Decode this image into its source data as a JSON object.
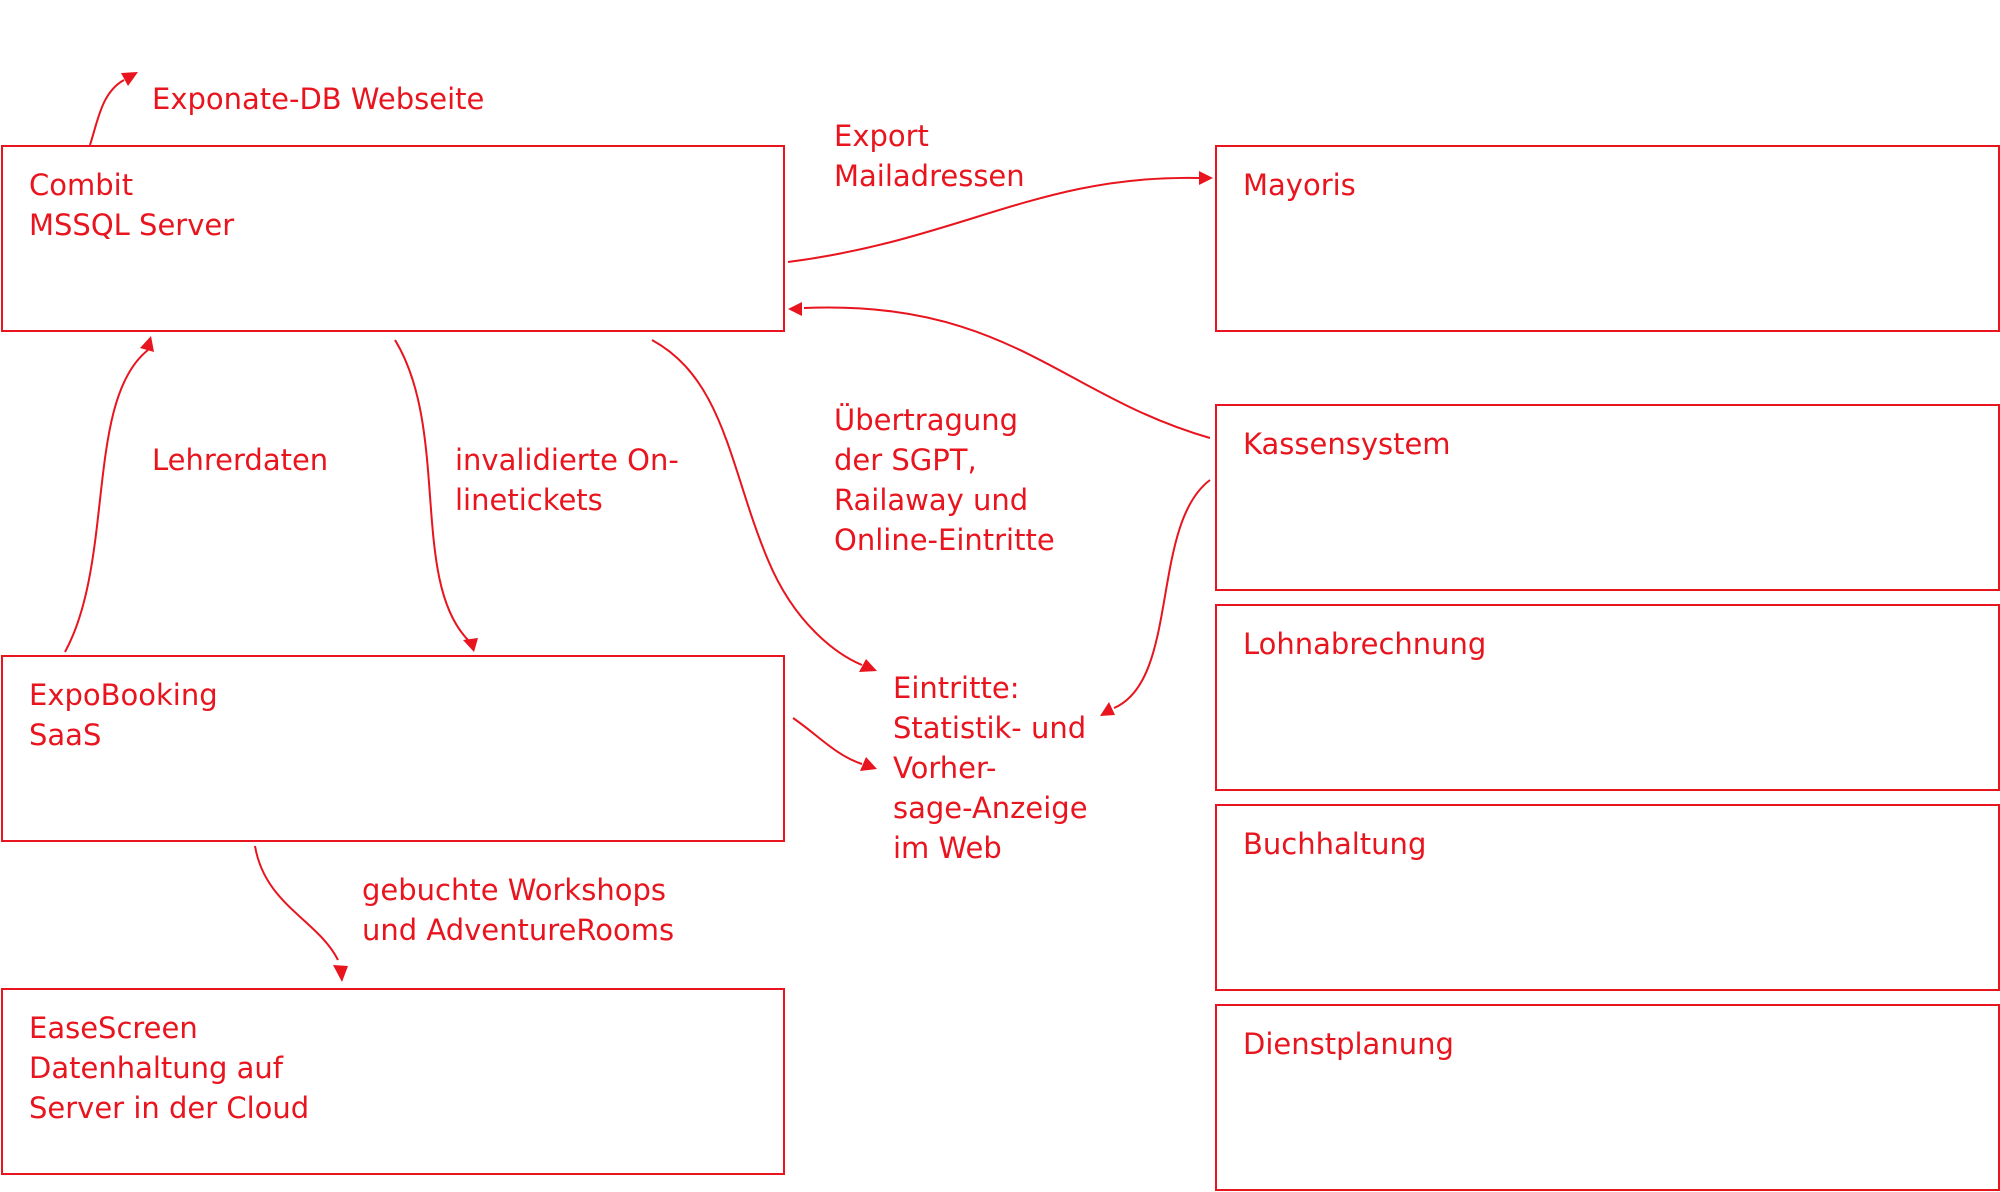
{
  "colors": {
    "accent": "#e8141e",
    "background": "#ffffff"
  },
  "nodes": {
    "combit": "Combit\nMSSQL Server",
    "expobooking": "ExpoBooking\nSaaS",
    "easescreen": "EaseScreen\nDatenhaltung auf\nServer in der Cloud",
    "mayoris": "Mayoris",
    "kassensystem": "Kassensystem",
    "lohnabrechnung": "Lohnabrechnung",
    "buchhaltung": "Buchhaltung",
    "dienstplanung": "Dienstplanung",
    "eintritte_web": "Eintritte:\nStatistik- und\nVorher-\nsage-Anzeige\nim Web"
  },
  "edge_labels": {
    "exponate_webseite": "Exponate-DB Webseite",
    "export_mailadressen": "Export\nMailadressen",
    "uebertragung": "Übertragung\nder SGPT,\nRailaway und\nOnline-Eintritte",
    "lehrerdaten": "Lehrerdaten",
    "invalidierte_onlinetickets": "invalidierte On-\nlinetickets",
    "gebuchte_workshops": "gebuchte Workshops\nund AdventureRooms"
  }
}
